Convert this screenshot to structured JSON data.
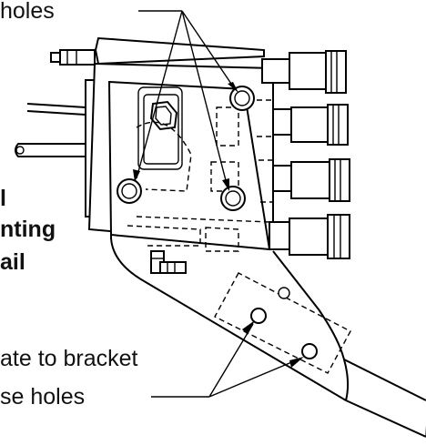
{
  "labels": {
    "top_left": "holes",
    "detail_line1": "l",
    "detail_line2": "nting",
    "detail_line3": "ail",
    "bottom_line1": "ate to bracket",
    "bottom_line2": "se holes"
  },
  "colors": {
    "ink": "#000000",
    "background": "#ffffff"
  }
}
